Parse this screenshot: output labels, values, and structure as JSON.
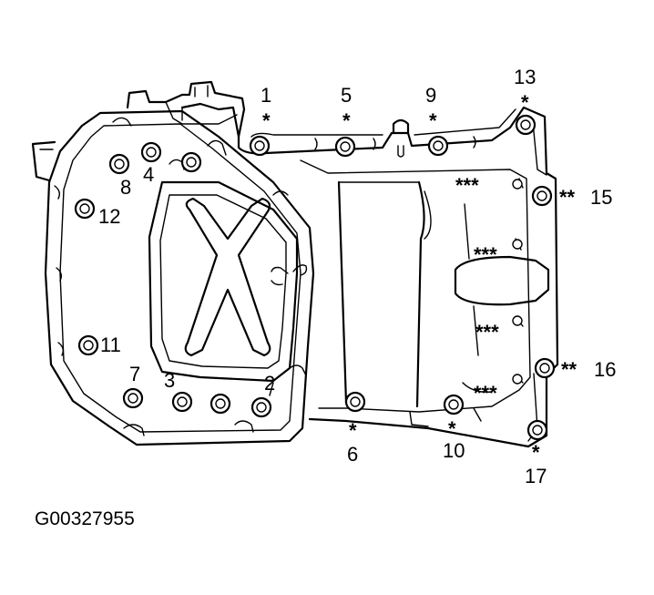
{
  "figure_code": "G00327955",
  "bolts": [
    {
      "id": "1",
      "mark": "*"
    },
    {
      "id": "2",
      "mark": ""
    },
    {
      "id": "3",
      "mark": ""
    },
    {
      "id": "4",
      "mark": ""
    },
    {
      "id": "5",
      "mark": "*"
    },
    {
      "id": "6",
      "mark": "*"
    },
    {
      "id": "7",
      "mark": ""
    },
    {
      "id": "8",
      "mark": ""
    },
    {
      "id": "9",
      "mark": "*"
    },
    {
      "id": "10",
      "mark": "*"
    },
    {
      "id": "11",
      "mark": ""
    },
    {
      "id": "12",
      "mark": ""
    },
    {
      "id": "13",
      "mark": "*"
    },
    {
      "id": "15",
      "mark": "**"
    },
    {
      "id": "16",
      "mark": "**"
    },
    {
      "id": "17",
      "mark": "*"
    }
  ],
  "triple_marks": [
    "***",
    "***",
    "***",
    "***"
  ]
}
